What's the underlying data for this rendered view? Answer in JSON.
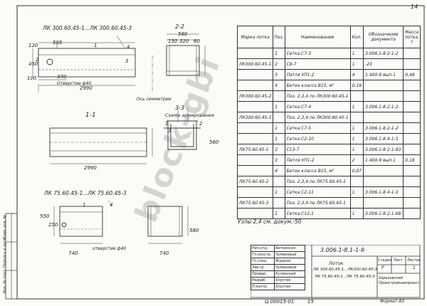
{
  "page_number": "14",
  "views": {
    "title_top": "ЛК 300.60.45-1...ЛК 300.60.45-3",
    "title_bottom": "ЛК 75.60.45-1...ЛК 75.60.45-3",
    "section_2_2": "2-2",
    "section_1_1": "1-1",
    "section_3_3": "3-3",
    "reinforcement_scheme": "Схема армирования",
    "axis_symmetry": "Ось симметрии",
    "hole_label": "Отверстие ф40",
    "hole_label_bottom": "отверстие ф40",
    "node_note": "Узлы 2,4 см. докум.-50"
  },
  "dimensions": {
    "d595": "595",
    "d2990_top": "2990",
    "d2990_mid": "2990",
    "d370": "370",
    "d120": "120",
    "d100": "100",
    "d450": "450",
    "d580_top": "580",
    "d150": "150",
    "d320": "320",
    "d60": "60",
    "d560": "560",
    "d250": "250",
    "d740_a": "740",
    "d740_b": "740",
    "d580_bottom": "580",
    "d550": "550"
  },
  "callouts": [
    "1",
    "2",
    "3",
    "4",
    "1",
    "2",
    "3",
    "1",
    "4"
  ],
  "spec_table": {
    "headers": [
      "Марка лотка",
      "Поз.",
      "Наименование",
      "Кол.",
      "Обозначение документа",
      "Масса лотка, т"
    ],
    "rows": [
      {
        "mark": "",
        "pos": "1",
        "name": "Сетка С7-3",
        "qty": "1",
        "doc": "3.006.1-8.2-1-2",
        "mass": ""
      },
      {
        "mark": "ЛК300.60.45-1",
        "pos": "2",
        "name": "С8-7",
        "qty": "1",
        "doc": "-23",
        "mass": ""
      },
      {
        "mark": "",
        "pos": "3",
        "name": "Петля УП1-2",
        "qty": "4",
        "doc": "1.400-9 вып.1",
        "mass": "0,48"
      },
      {
        "mark": "",
        "pos": "4",
        "name": "Бетон класса В15, м³",
        "qty": "0,19",
        "doc": "",
        "mass": ""
      },
      {
        "mark": "ЛК300.60.45-2",
        "pos": "",
        "name": "Поз. 2,3,4 по ЛК300.60.45-1",
        "qty": "",
        "doc": "",
        "mass": ""
      },
      {
        "mark": "",
        "pos": "1",
        "name": "Сетка С7-4",
        "qty": "1",
        "doc": "3.006.1-8.2-1-2",
        "mass": ""
      },
      {
        "mark": "ЛК300.60.45-3",
        "pos": "",
        "name": "Поз. 2,3,4 по ЛК300.60.45-1",
        "qty": "",
        "doc": "",
        "mass": ""
      },
      {
        "mark": "",
        "pos": "1",
        "name": "Сетка С7-5",
        "qty": "1",
        "doc": "3.006.1-8.2-1-2",
        "mass": ""
      },
      {
        "mark": "",
        "pos": "1",
        "name": "Сетка С2-10",
        "qty": "1",
        "doc": "3.006.1-8.4-1-5",
        "mass": ""
      },
      {
        "mark": "ЛК75.60.45-1",
        "pos": "2",
        "name": "С13-7",
        "qty": "1",
        "doc": "3.006.1-8.2-1-83",
        "mass": ""
      },
      {
        "mark": "",
        "pos": "3",
        "name": "Петля УП1-2",
        "qty": "2",
        "doc": "1.400-9 вып.1",
        "mass": "0,18"
      },
      {
        "mark": "",
        "pos": "4",
        "name": "Бетон класса В15, м³",
        "qty": "0,07",
        "doc": "",
        "mass": ""
      },
      {
        "mark": "ЛК75.60.45-2",
        "pos": "",
        "name": "Поз. 2,3,4 по ЛК75.60.45-1",
        "qty": "",
        "doc": "",
        "mass": ""
      },
      {
        "mark": "",
        "pos": "1",
        "name": "Сетка С2-11",
        "qty": "1",
        "doc": "3.006.1-8.4-1-5",
        "mass": ""
      },
      {
        "mark": "ЛК75.60.45-3",
        "pos": "",
        "name": "Поз. 2,3,4 по ЛК75.60.45-1",
        "qty": "",
        "doc": "",
        "mass": ""
      },
      {
        "mark": "",
        "pos": "1",
        "name": "Сетка С12-1",
        "qty": "1",
        "doc": "3.006.1-8.2-1-68",
        "mass": ""
      }
    ]
  },
  "title_block": {
    "doc_code": "3.006.1-8.1-1-9",
    "product_name": "Лоток",
    "product_marks_1": "ЛК 300.60.45-1...ЛК300.60.45-3",
    "product_marks_2": "ЛК 75.60.45-1...ЛК 75.60.45-3",
    "col_stage": "Стадия",
    "col_sheet": "Лист",
    "col_sheets": "Листов",
    "stage_value": "Р",
    "sheets_value": "1",
    "org": "Харьковский Промстройниипроект",
    "roles": [
      "Нач.отд.",
      "Гл.констр.",
      "Гл.спец.",
      "Зав.гр.",
      "Провер.",
      "Разраб.",
      "Н.контр."
    ],
    "names": [
      "Ааткинсон",
      "Чумаковый",
      "Жданов",
      "Чумаковый",
      "Кулинский",
      "Хлустик",
      "Хлустик"
    ]
  },
  "side_stamp": [
    "Инв. № подл.",
    "Подпись и дата",
    "Взам. инв. №"
  ],
  "footer_code": "Ц 00015-01",
  "footer_num": "15",
  "format_label": "Формат А3",
  "watermark": "block-gbi"
}
